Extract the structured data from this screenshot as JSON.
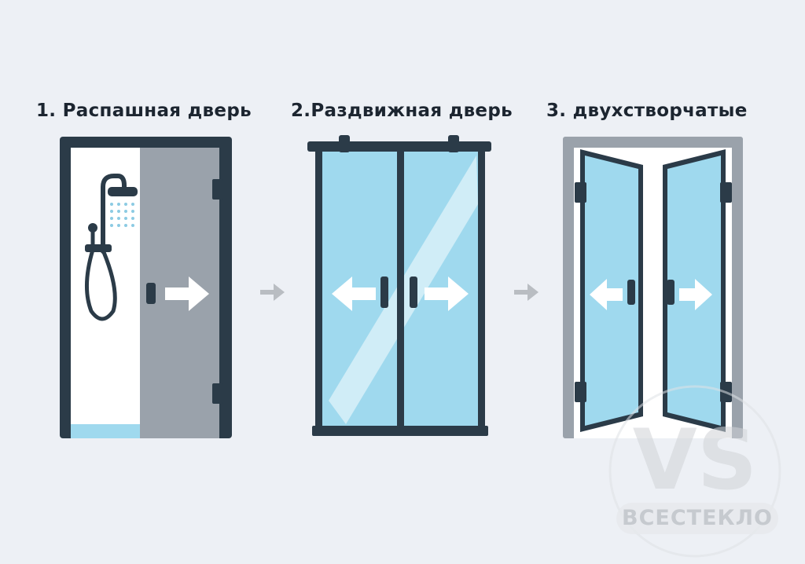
{
  "labels": [
    {
      "id": "swing",
      "text": "1.   Распашная дверь"
    },
    {
      "id": "sliding",
      "text": "2.Раздвижная дверь"
    },
    {
      "id": "double",
      "text": "3. двухстворчатые"
    }
  ],
  "watermark": {
    "logo": "VS",
    "caption": "ВСЕСТЕКЛО"
  },
  "colors": {
    "frame": "#2b3b48",
    "glass": "#9fd9ee",
    "door_gray": "#9aa2ab",
    "arrow_gray": "#b9bdc2",
    "background": "#edf0f5"
  },
  "icons": [
    "shower-icon",
    "arrow-right-icon",
    "arrow-left-icon",
    "door-handle-icon",
    "hinge-icon"
  ]
}
